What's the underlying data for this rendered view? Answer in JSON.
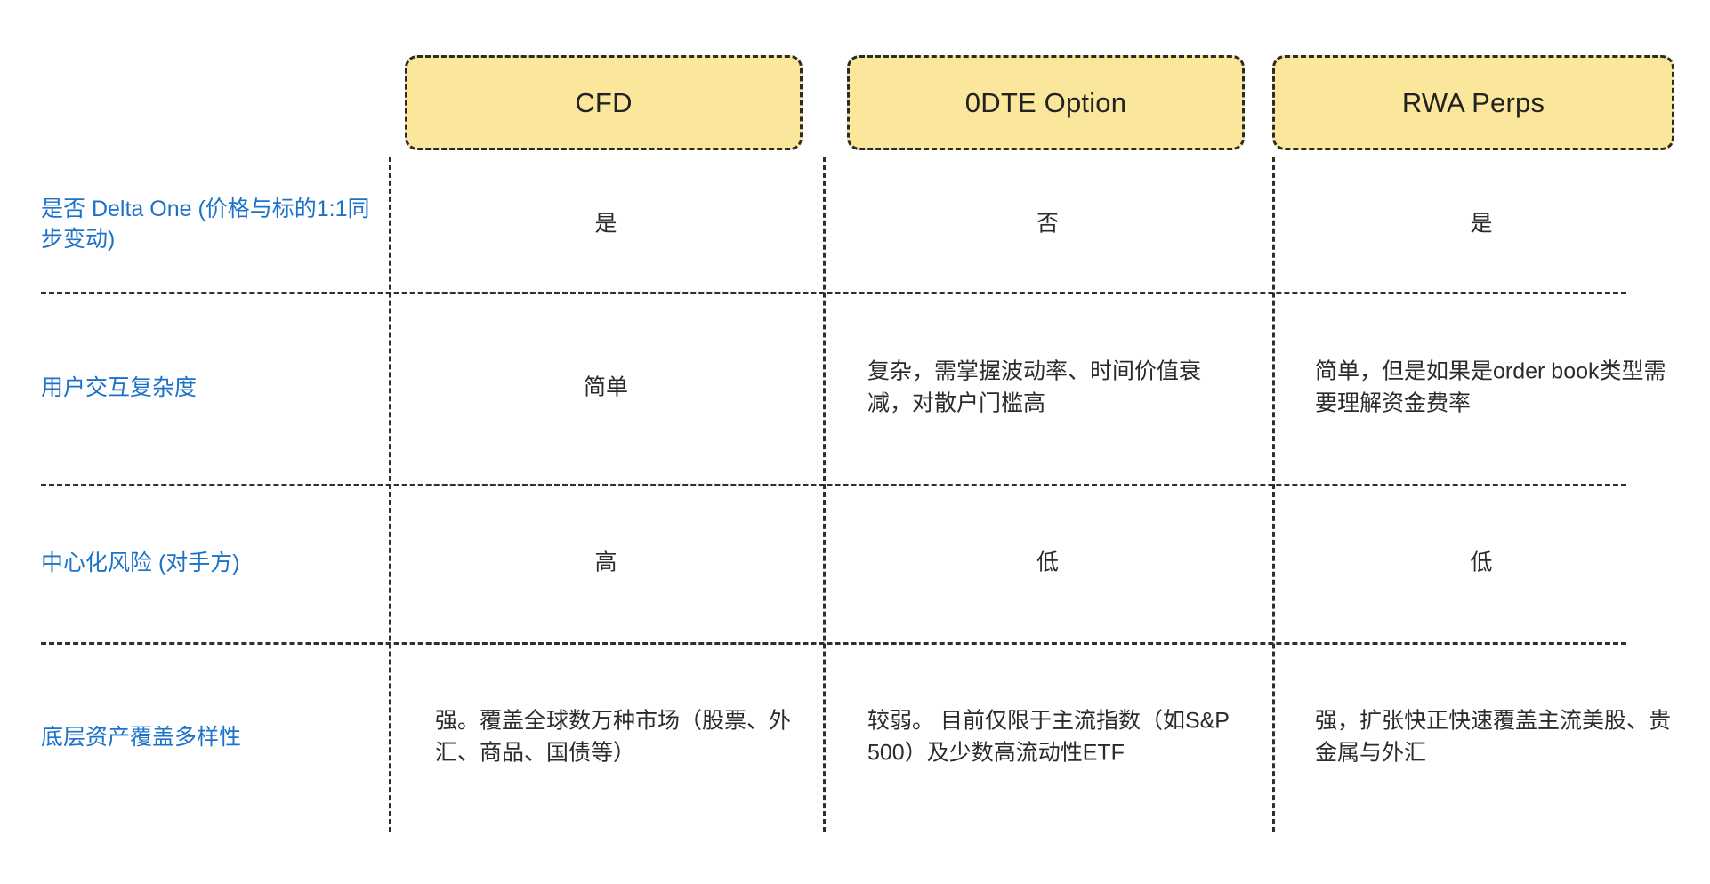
{
  "colors": {
    "chip_fill": "#FBE79C",
    "chip_border": "#2b2b2b",
    "label_blue": "#1C72C8",
    "body_text": "#2b2b2b",
    "background": "#ffffff"
  },
  "table": {
    "columns": [
      {
        "label": "CFD"
      },
      {
        "label": "0DTE Option"
      },
      {
        "label": "RWA Perps"
      }
    ],
    "rows": [
      {
        "label": "是否 Delta One (价格与标的1:1同步变动)",
        "align": "center",
        "cells": [
          "是",
          "否",
          "是"
        ]
      },
      {
        "label": "用户交互复杂度",
        "align": "mixed",
        "cells": [
          "简单",
          "复杂，需掌握波动率、时间价值衰减，对散户门槛高",
          "简单，但是如果是order book类型需要理解资金费率"
        ]
      },
      {
        "label": "中心化风险 (对手方)",
        "align": "center",
        "cells": [
          "高",
          "低",
          "低"
        ]
      },
      {
        "label": "底层资产覆盖多样性",
        "align": "para",
        "cells": [
          "强。覆盖全球数万种市场（股票、外汇、商品、国债等）",
          "较弱。 目前仅限于主流指数（如S&P 500）及少数高流动性ETF",
          "强，扩张快正快速覆盖主流美股、贵金属与外汇"
        ]
      }
    ]
  }
}
